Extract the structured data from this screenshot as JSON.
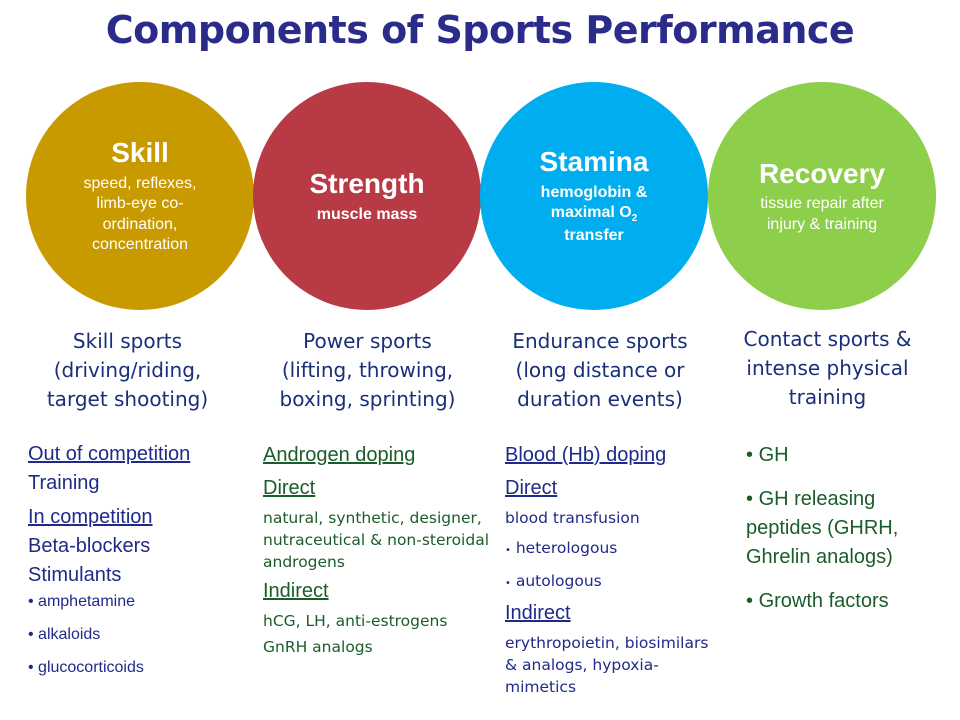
{
  "title": "Components of Sports Performance",
  "circles": [
    {
      "name": "Skill",
      "desc": "speed, reflexes, limb-eye co-ordination, concentration",
      "color": "#c99a00"
    },
    {
      "name": "Strength",
      "desc": "muscle mass",
      "color": "#b83a45"
    },
    {
      "name": "Stamina",
      "desc_pre": "hemoglobin & maximal O",
      "desc_sub": "2",
      "desc_post": "transfer",
      "color": "#00aeef"
    },
    {
      "name": "Recovery",
      "desc": "tissue repair after injury & training",
      "color": "#8dce4a"
    }
  ],
  "sports": [
    {
      "line1": "Skill sports",
      "line2": "(driving/riding,",
      "line3": "target shooting)"
    },
    {
      "line1": "Power sports",
      "line2": "(lifting, throwing,",
      "line3": "boxing, sprinting)"
    },
    {
      "line1": "Endurance sports",
      "line2": "(long distance or",
      "line3": "duration events)"
    },
    {
      "line1": "Contact sports &",
      "line2": "intense physical",
      "line3": "training"
    }
  ],
  "skill_col": {
    "h1": "Out of competition",
    "t1": "Training",
    "h2": "In competition",
    "t2": "Beta-blockers",
    "t3": "Stimulants",
    "bullets": [
      "amphetamine",
      "alkaloids",
      "glucocorticoids"
    ]
  },
  "strength_col": {
    "h1": "Androgen doping",
    "h2": "Direct",
    "direct_text": "natural, synthetic, designer, nutraceutical & non-steroidal androgens",
    "h3": "Indirect",
    "indirect_1": "hCG, LH, anti-estrogens",
    "indirect_2": "GnRH analogs"
  },
  "stamina_col": {
    "h1": "Blood (Hb) doping",
    "h2": "Direct",
    "direct_text": "blood transfusion",
    "bullets": [
      "heterologous",
      "autologous"
    ],
    "h3": "Indirect",
    "indirect_text": "erythropoietin, biosimilars & analogs, hypoxia-mimetics"
  },
  "recovery_col": {
    "bullets": [
      "GH",
      "GH releasing peptides (GHRH, Ghrelin analogs)",
      "Growth factors"
    ]
  }
}
